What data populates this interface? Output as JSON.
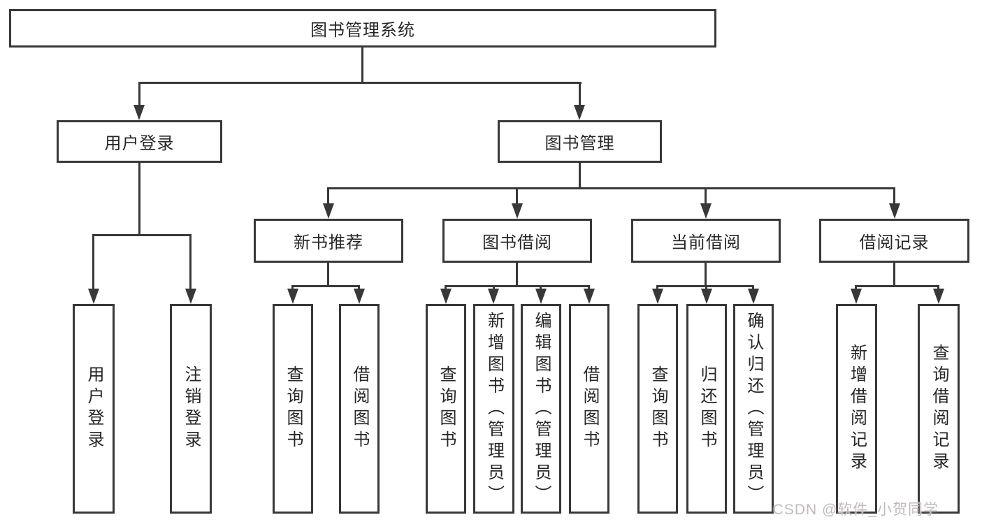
{
  "diagram_title": "图书管理系统",
  "nodes": {
    "root": "图书管理系统",
    "user_login": "用户登录",
    "book_management": "图书管理",
    "new_book_recommend": "新书推荐",
    "book_borrowing": "图书借阅",
    "current_borrowing": "当前借阅",
    "borrowing_records": "借阅记录",
    "leaf_user_login": "用户登录",
    "leaf_logout": "注销登录",
    "leaf_nbr_query_books": "查询图书",
    "leaf_nbr_borrow_books": "借阅图书",
    "leaf_bb_query_books": "查询图书",
    "leaf_bb_add_books": "新增图书（管理员）",
    "leaf_bb_edit_books": "编辑图书（管理员）",
    "leaf_bb_borrow_books": "借阅图书",
    "leaf_cb_query_books": "查询图书",
    "leaf_cb_return_books": "归还图书",
    "leaf_cb_confirm_return": "确认归还（管理员）",
    "leaf_br_add_record": "新增借阅记录",
    "leaf_br_query_record": "查询借阅记录"
  },
  "watermark": "CSDN @软件_小贺同学",
  "colors": {
    "line": "#383838",
    "text": "#262626",
    "background": "#ffffff",
    "watermark": "#c3baba"
  }
}
